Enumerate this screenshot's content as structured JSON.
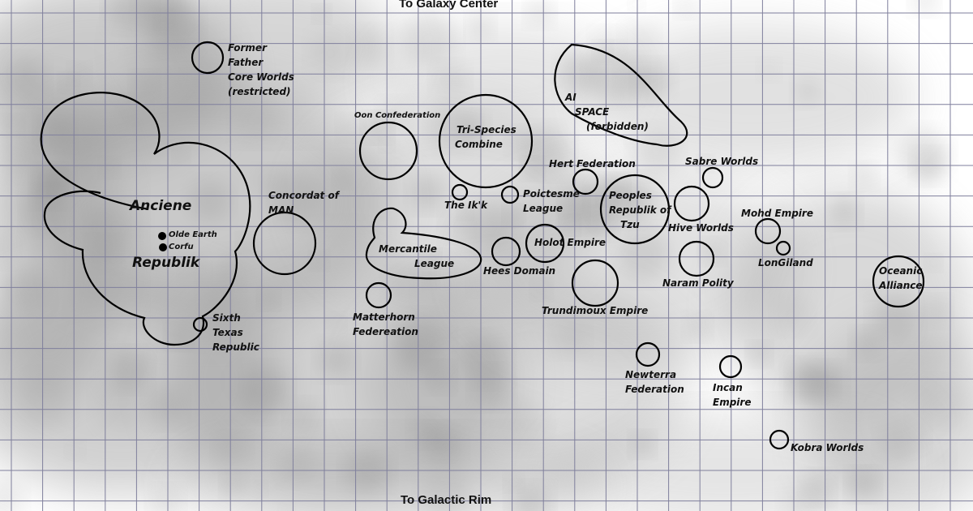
{
  "map": {
    "top_edge_label": "To Galaxy Center",
    "bottom_edge_label": "To Galactic Rim",
    "colors": {
      "background": "#ffffff",
      "nebula": "#8a8a8a",
      "grid": "#7f7f9c",
      "outline": "#000000"
    },
    "regions": {
      "former_father": [
        "Former",
        "Father",
        "Core Worlds",
        "(restricted)"
      ],
      "anciene": "Anciene",
      "republik": "Republik",
      "olde_earth": "Olde Earth",
      "corfu": "Corfu",
      "sixth_texas": [
        "Sixth",
        "Texas",
        "Republic"
      ],
      "concordat": [
        "Concordat of",
        "MAN"
      ],
      "oon": "Oon Confederation",
      "tri_species": [
        "Tri-Species",
        "Combine"
      ],
      "ai_space": [
        "AI",
        "SPACE",
        "(forbidden)"
      ],
      "ikk": "The Ik'k",
      "poictesme": [
        "Poictesme",
        "League"
      ],
      "hert": "Hert Federation",
      "sabre": "Sabre Worlds",
      "peoples": [
        "Peoples",
        "Republik of",
        "Tzu"
      ],
      "hive": "Hive Worlds",
      "mercantile": [
        "Mercantile",
        "League"
      ],
      "hees": "Hees Domain",
      "holot": "Holot Empire",
      "mohd": "Mohd Empire",
      "longiland": "LonGiland",
      "oceanic": [
        "Oceanic",
        "Alliance"
      ],
      "matterhorn": [
        "Matterhorn",
        "Federeation"
      ],
      "naram": "Naram Polity",
      "trundimoux": "Trundimoux Empire",
      "newterra": [
        "Newterra",
        "Federation"
      ],
      "incan": [
        "Incan",
        "Empire"
      ],
      "kobra": "Kobra Worlds"
    }
  }
}
